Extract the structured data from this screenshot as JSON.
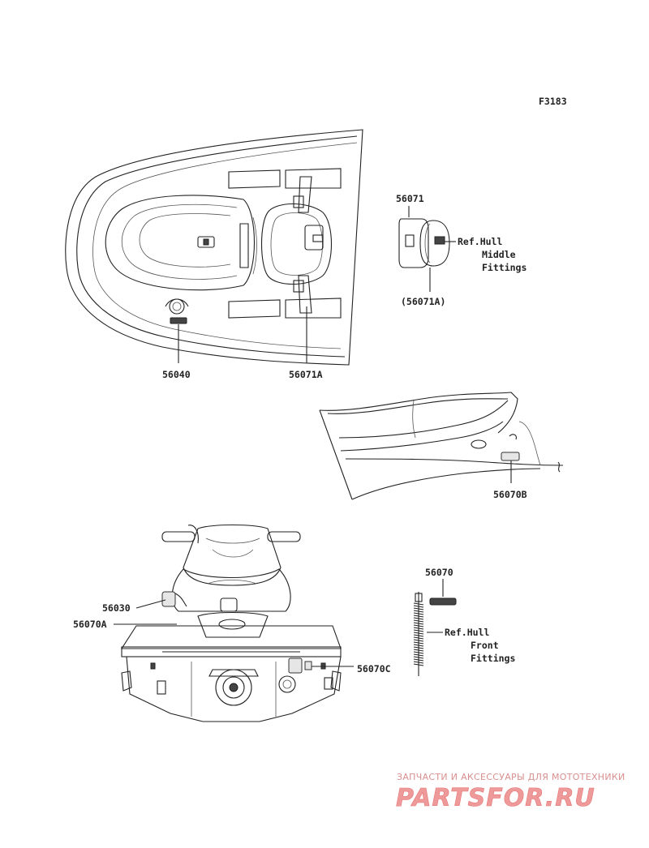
{
  "figure_code": "F3183",
  "labels": {
    "p56071": "56071",
    "p56071a_paren": "(56071A)",
    "p56040": "56040",
    "p56071a": "56071A",
    "p56070b": "56070B",
    "p56070": "56070",
    "p56030": "56030",
    "p56070a": "56070A",
    "p56070c": "56070C"
  },
  "refs": {
    "middle": [
      "Ref.Hull",
      "Middle",
      "Fittings"
    ],
    "front": [
      "Ref.Hull",
      "Front",
      "Fittings"
    ]
  },
  "watermark": {
    "tagline": "ЗАПЧАСТИ И АКСЕССУАРЫ ДЛЯ МОТОТЕХНИКИ",
    "brand": "PARTSFOR.RU"
  }
}
